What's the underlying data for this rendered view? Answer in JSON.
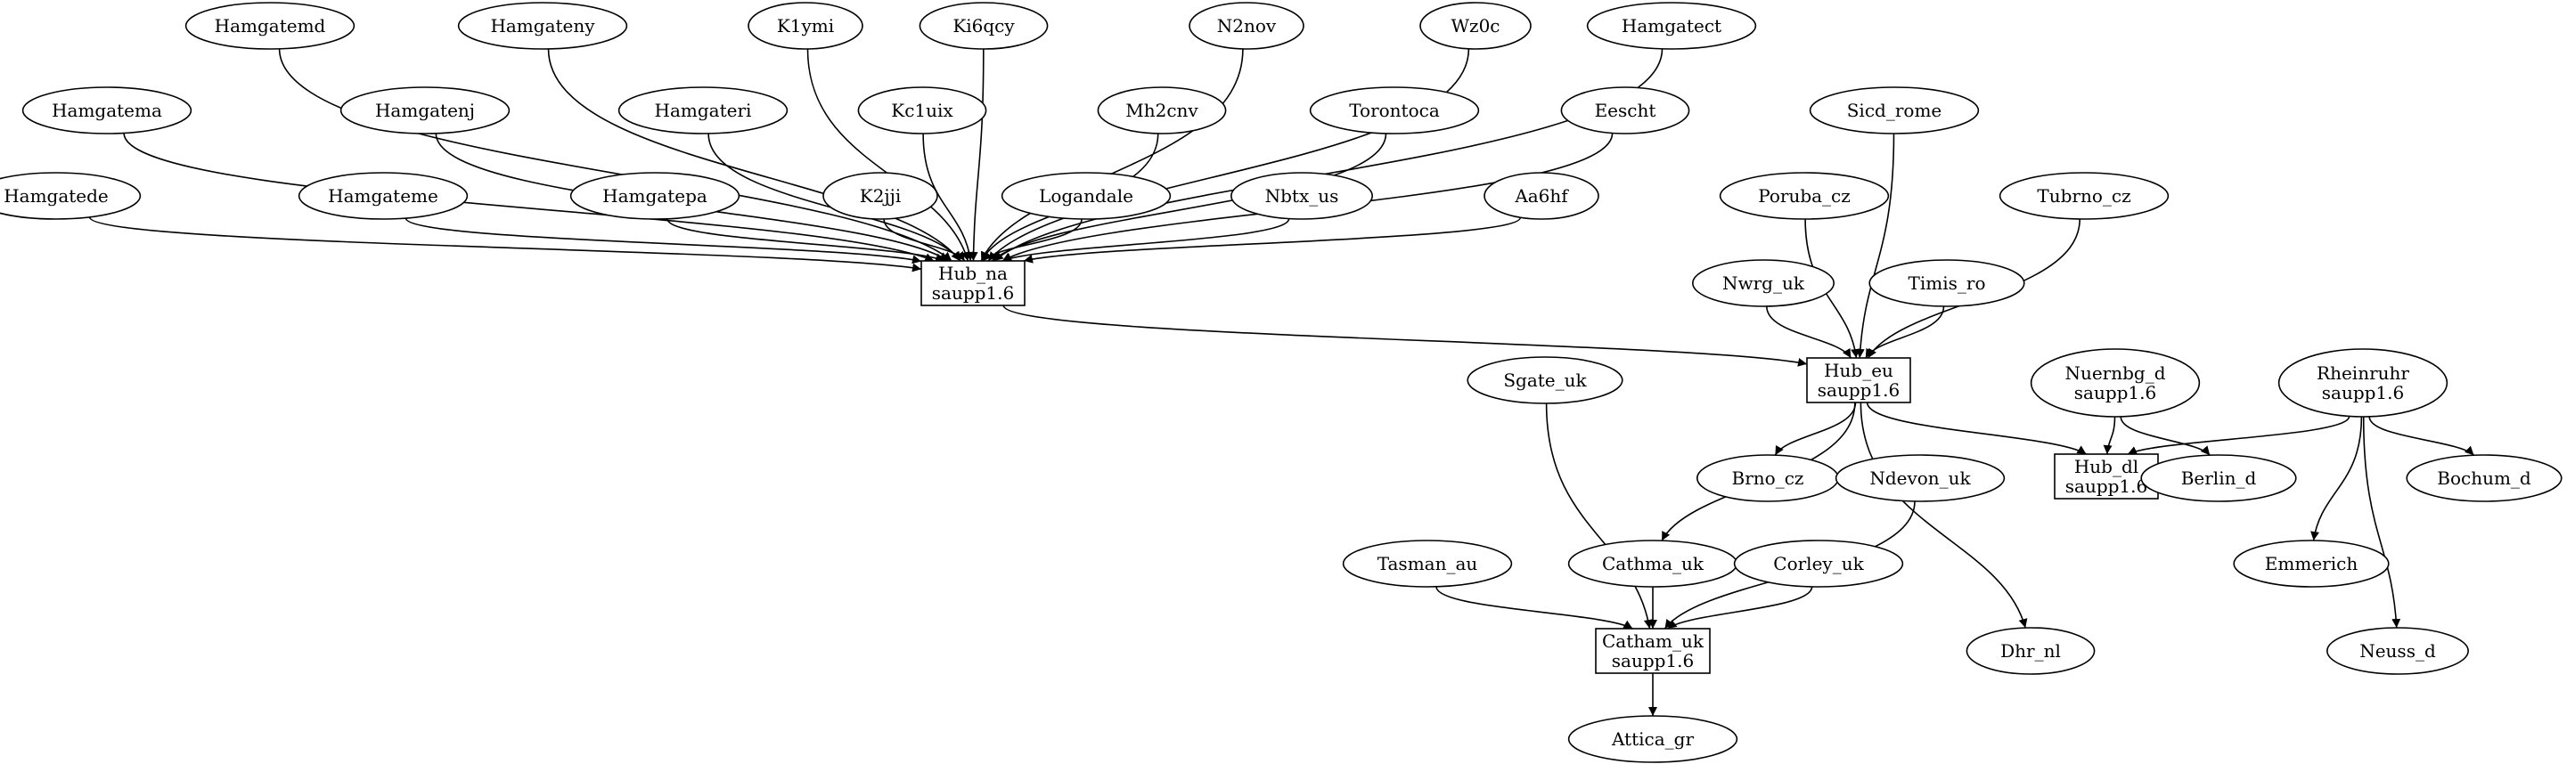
{
  "diagram": {
    "type": "directed-graph",
    "nodes": [
      {
        "id": "hamgatemd",
        "shape": "ellipse",
        "lines": [
          "Hamgatemd"
        ]
      },
      {
        "id": "hamgateny",
        "shape": "ellipse",
        "lines": [
          "Hamgateny"
        ]
      },
      {
        "id": "k1ymi",
        "shape": "ellipse",
        "lines": [
          "K1ymi"
        ]
      },
      {
        "id": "ki6qcy",
        "shape": "ellipse",
        "lines": [
          "Ki6qcy"
        ]
      },
      {
        "id": "n2nov",
        "shape": "ellipse",
        "lines": [
          "N2nov"
        ]
      },
      {
        "id": "wz0c",
        "shape": "ellipse",
        "lines": [
          "Wz0c"
        ]
      },
      {
        "id": "hamgatect",
        "shape": "ellipse",
        "lines": [
          "Hamgatect"
        ]
      },
      {
        "id": "hamgatema",
        "shape": "ellipse",
        "lines": [
          "Hamgatema"
        ]
      },
      {
        "id": "hamgatenj",
        "shape": "ellipse",
        "lines": [
          "Hamgatenj"
        ]
      },
      {
        "id": "hamgateri",
        "shape": "ellipse",
        "lines": [
          "Hamgateri"
        ]
      },
      {
        "id": "kc1uix",
        "shape": "ellipse",
        "lines": [
          "Kc1uix"
        ]
      },
      {
        "id": "mh2cnv",
        "shape": "ellipse",
        "lines": [
          "Mh2cnv"
        ]
      },
      {
        "id": "torontoca",
        "shape": "ellipse",
        "lines": [
          "Torontoca"
        ]
      },
      {
        "id": "eescht",
        "shape": "ellipse",
        "lines": [
          "Eescht"
        ]
      },
      {
        "id": "sicd_rome",
        "shape": "ellipse",
        "lines": [
          "Sicd_rome"
        ]
      },
      {
        "id": "hamgatede",
        "shape": "ellipse",
        "lines": [
          "Hamgatede"
        ]
      },
      {
        "id": "hamgateme",
        "shape": "ellipse",
        "lines": [
          "Hamgateme"
        ]
      },
      {
        "id": "hamgatepa",
        "shape": "ellipse",
        "lines": [
          "Hamgatepa"
        ]
      },
      {
        "id": "k2jji",
        "shape": "ellipse",
        "lines": [
          "K2jji"
        ]
      },
      {
        "id": "logandale",
        "shape": "ellipse",
        "lines": [
          "Logandale"
        ]
      },
      {
        "id": "nbtx_us",
        "shape": "ellipse",
        "lines": [
          "Nbtx_us"
        ]
      },
      {
        "id": "aa6hf",
        "shape": "ellipse",
        "lines": [
          "Aa6hf"
        ]
      },
      {
        "id": "poruba_cz",
        "shape": "ellipse",
        "lines": [
          "Poruba_cz"
        ]
      },
      {
        "id": "tubrno_cz",
        "shape": "ellipse",
        "lines": [
          "Tubrno_cz"
        ]
      },
      {
        "id": "hub_na",
        "shape": "box",
        "lines": [
          "Hub_na",
          "saupp1.6"
        ]
      },
      {
        "id": "nwrg_uk",
        "shape": "ellipse",
        "lines": [
          "Nwrg_uk"
        ]
      },
      {
        "id": "timis_ro",
        "shape": "ellipse",
        "lines": [
          "Timis_ro"
        ]
      },
      {
        "id": "hub_eu",
        "shape": "box",
        "lines": [
          "Hub_eu",
          "saupp1.6"
        ]
      },
      {
        "id": "sgate_uk",
        "shape": "ellipse",
        "lines": [
          "Sgate_uk"
        ]
      },
      {
        "id": "nuernbg_d",
        "shape": "ellipse",
        "lines": [
          "Nuernbg_d",
          "saupp1.6"
        ]
      },
      {
        "id": "rheinruhr",
        "shape": "ellipse",
        "lines": [
          "Rheinruhr",
          "saupp1.6"
        ]
      },
      {
        "id": "brno_cz",
        "shape": "ellipse",
        "lines": [
          "Brno_cz"
        ]
      },
      {
        "id": "ndevon_uk",
        "shape": "ellipse",
        "lines": [
          "Ndevon_uk"
        ]
      },
      {
        "id": "hub_dl",
        "shape": "box",
        "lines": [
          "Hub_dl",
          "saupp1.6"
        ]
      },
      {
        "id": "berlin_d",
        "shape": "ellipse",
        "lines": [
          "Berlin_d"
        ]
      },
      {
        "id": "bochum_d",
        "shape": "ellipse",
        "lines": [
          "Bochum_d"
        ]
      },
      {
        "id": "tasman_au",
        "shape": "ellipse",
        "lines": [
          "Tasman_au"
        ]
      },
      {
        "id": "cathma_uk",
        "shape": "ellipse",
        "lines": [
          "Cathma_uk"
        ]
      },
      {
        "id": "corley_uk",
        "shape": "ellipse",
        "lines": [
          "Corley_uk"
        ]
      },
      {
        "id": "emmerich",
        "shape": "ellipse",
        "lines": [
          "Emmerich"
        ]
      },
      {
        "id": "catham_uk",
        "shape": "box",
        "lines": [
          "Catham_uk",
          "saupp1.6"
        ]
      },
      {
        "id": "dhr_nl",
        "shape": "ellipse",
        "lines": [
          "Dhr_nl"
        ]
      },
      {
        "id": "neuss_d",
        "shape": "ellipse",
        "lines": [
          "Neuss_d"
        ]
      },
      {
        "id": "attica_gr",
        "shape": "ellipse",
        "lines": [
          "Attica_gr"
        ]
      }
    ],
    "edges": [
      {
        "from": "hamgatemd",
        "to": "hub_na"
      },
      {
        "from": "hamgateny",
        "to": "hub_na"
      },
      {
        "from": "k1ymi",
        "to": "hub_na"
      },
      {
        "from": "ki6qcy",
        "to": "hub_na"
      },
      {
        "from": "n2nov",
        "to": "hub_na"
      },
      {
        "from": "wz0c",
        "to": "hub_na"
      },
      {
        "from": "hamgatect",
        "to": "hub_na"
      },
      {
        "from": "hamgatema",
        "to": "hub_na"
      },
      {
        "from": "hamgatenj",
        "to": "hub_na"
      },
      {
        "from": "hamgateri",
        "to": "hub_na"
      },
      {
        "from": "kc1uix",
        "to": "hub_na"
      },
      {
        "from": "mh2cnv",
        "to": "hub_na"
      },
      {
        "from": "torontoca",
        "to": "hub_na"
      },
      {
        "from": "eescht",
        "to": "hub_na"
      },
      {
        "from": "hamgatede",
        "to": "hub_na"
      },
      {
        "from": "hamgateme",
        "to": "hub_na"
      },
      {
        "from": "hamgatepa",
        "to": "hub_na"
      },
      {
        "from": "k2jji",
        "to": "hub_na"
      },
      {
        "from": "logandale",
        "to": "hub_na"
      },
      {
        "from": "nbtx_us",
        "to": "hub_na"
      },
      {
        "from": "aa6hf",
        "to": "hub_na"
      },
      {
        "from": "hub_na",
        "to": "hub_eu"
      },
      {
        "from": "sicd_rome",
        "to": "hub_eu"
      },
      {
        "from": "poruba_cz",
        "to": "hub_eu"
      },
      {
        "from": "tubrno_cz",
        "to": "hub_eu"
      },
      {
        "from": "nwrg_uk",
        "to": "hub_eu"
      },
      {
        "from": "timis_ro",
        "to": "hub_eu"
      },
      {
        "from": "hub_eu",
        "to": "brno_cz"
      },
      {
        "from": "hub_eu",
        "to": "cathma_uk"
      },
      {
        "from": "hub_eu",
        "to": "hub_dl"
      },
      {
        "from": "hub_eu",
        "to": "dhr_nl"
      },
      {
        "from": "nuernbg_d",
        "to": "hub_dl"
      },
      {
        "from": "nuernbg_d",
        "to": "berlin_d"
      },
      {
        "from": "rheinruhr",
        "to": "hub_dl"
      },
      {
        "from": "rheinruhr",
        "to": "bochum_d"
      },
      {
        "from": "rheinruhr",
        "to": "emmerich"
      },
      {
        "from": "rheinruhr",
        "to": "neuss_d"
      },
      {
        "from": "sgate_uk",
        "to": "catham_uk"
      },
      {
        "from": "tasman_au",
        "to": "catham_uk"
      },
      {
        "from": "cathma_uk",
        "to": "catham_uk"
      },
      {
        "from": "corley_uk",
        "to": "catham_uk"
      },
      {
        "from": "ndevon_uk",
        "to": "catham_uk"
      },
      {
        "from": "catham_uk",
        "to": "attica_gr"
      }
    ]
  }
}
